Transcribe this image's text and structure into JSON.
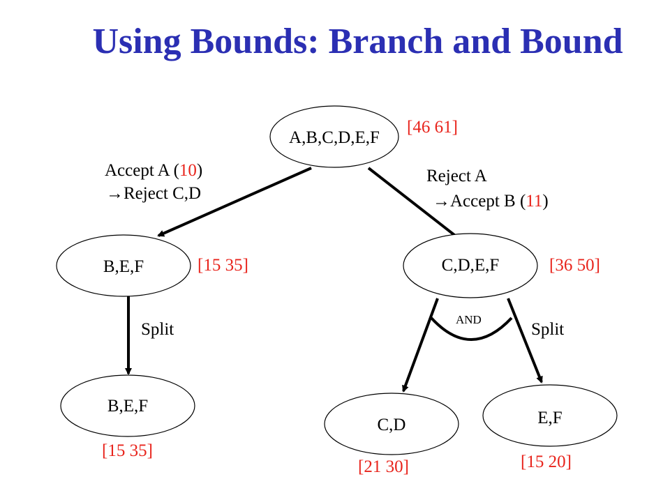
{
  "title": "Using Bounds: Branch and Bound",
  "nodes": {
    "root": {
      "label": "A,B,C,D,E,F",
      "bound": "[46 61]"
    },
    "left": {
      "label": "B,E,F",
      "bound": "[15 35]"
    },
    "right": {
      "label": "C,D,E,F",
      "bound": "[36 50]"
    },
    "left_child": {
      "label": "B,E,F",
      "bound": "[15 35]"
    },
    "right_child_1": {
      "label": "C,D",
      "bound": "[21 30]"
    },
    "right_child_2": {
      "label": "E,F",
      "bound": "[15 20]"
    }
  },
  "edges": {
    "root_left": {
      "line1_pre": "Accept A (",
      "line1_num": "10",
      "line1_post": ")",
      "arrow": "→",
      "line2": "Reject C,D"
    },
    "root_right": {
      "line1": "Reject A",
      "arrow": "→",
      "line2_pre": "Accept B (",
      "line2_num": "11",
      "line2_post": ")"
    },
    "left_split": "Split",
    "right_split": "Split",
    "and_label": "AND"
  },
  "colors": {
    "title": "#2b2fb3",
    "bound": "#e8241c",
    "lines": "#000000"
  }
}
